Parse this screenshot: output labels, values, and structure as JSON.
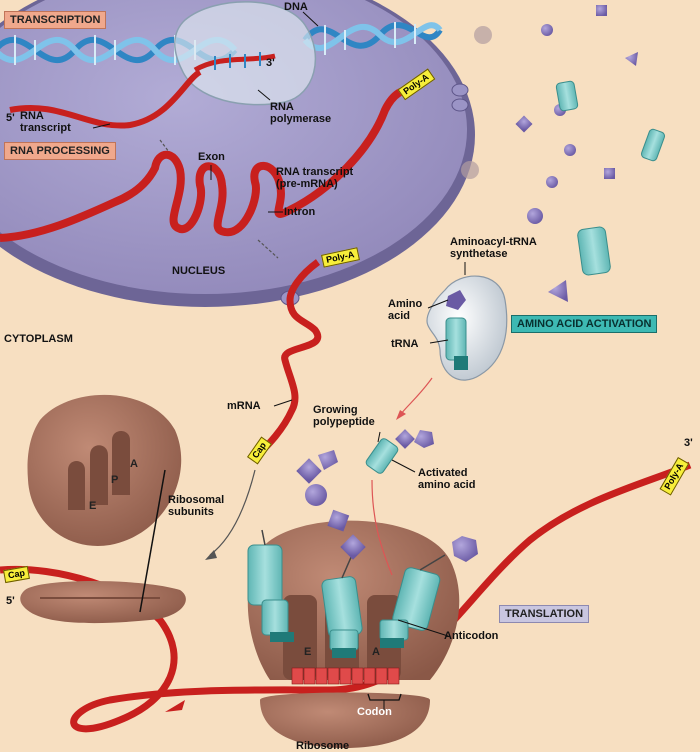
{
  "labels": {
    "dna": "DNA",
    "three_prime_top": "3'",
    "five_prime_left": "5'",
    "rna_transcript": "RNA\ntranscript",
    "rna_polymerase": "RNA\npolymerase",
    "exon": "Exon",
    "rna_transcript_pre": "RNA transcript\n(pre-mRNA)",
    "intron": "Intron",
    "nucleus": "NUCLEUS",
    "cytoplasm": "CYTOPLASM",
    "aminoacyl_trna_synthetase": "Aminoacyl-tRNA\nsynthetase",
    "amino_acid": "Amino\nacid",
    "trna": "tRNA",
    "mrna": "mRNA",
    "growing_polypeptide": "Growing\npolypeptide",
    "activated_amino_acid": "Activated\namino acid",
    "ribosomal_subunits": "Ribosomal\nsubunits",
    "three_prime_right": "3'",
    "five_prime_lower_left": "5'",
    "anticodon": "Anticodon",
    "codon": "Codon",
    "ribosome": "Ribosome"
  },
  "stage_boxes": {
    "transcription": "TRANSCRIPTION",
    "rna_processing": "RNA PROCESSING",
    "amino_acid_activation": "AMINO ACID ACTIVATION",
    "translation": "TRANSLATION"
  },
  "tags": {
    "poly_a_top": "Poly-A",
    "poly_a_mid": "Poly-A",
    "poly_a_right": "Poly-A",
    "cap_mid": "Cap",
    "cap_left": "Cap"
  },
  "sites": {
    "subunit_a": "A",
    "subunit_p": "P",
    "subunit_e": "E",
    "ribosome_e": "E",
    "ribosome_a": "A"
  },
  "colors": {
    "background": "#f7dfc1",
    "nucleus": "#8f86b8",
    "rna": "#c8201e",
    "dna": "#2f86c4",
    "ribosome": "#a46f5c",
    "trna": "#86cfcd",
    "amino_acid": "#8372b5",
    "transcription_box": "#f0a88c",
    "activation_box": "#3db9b3",
    "translation_box": "#c9c6e0"
  }
}
